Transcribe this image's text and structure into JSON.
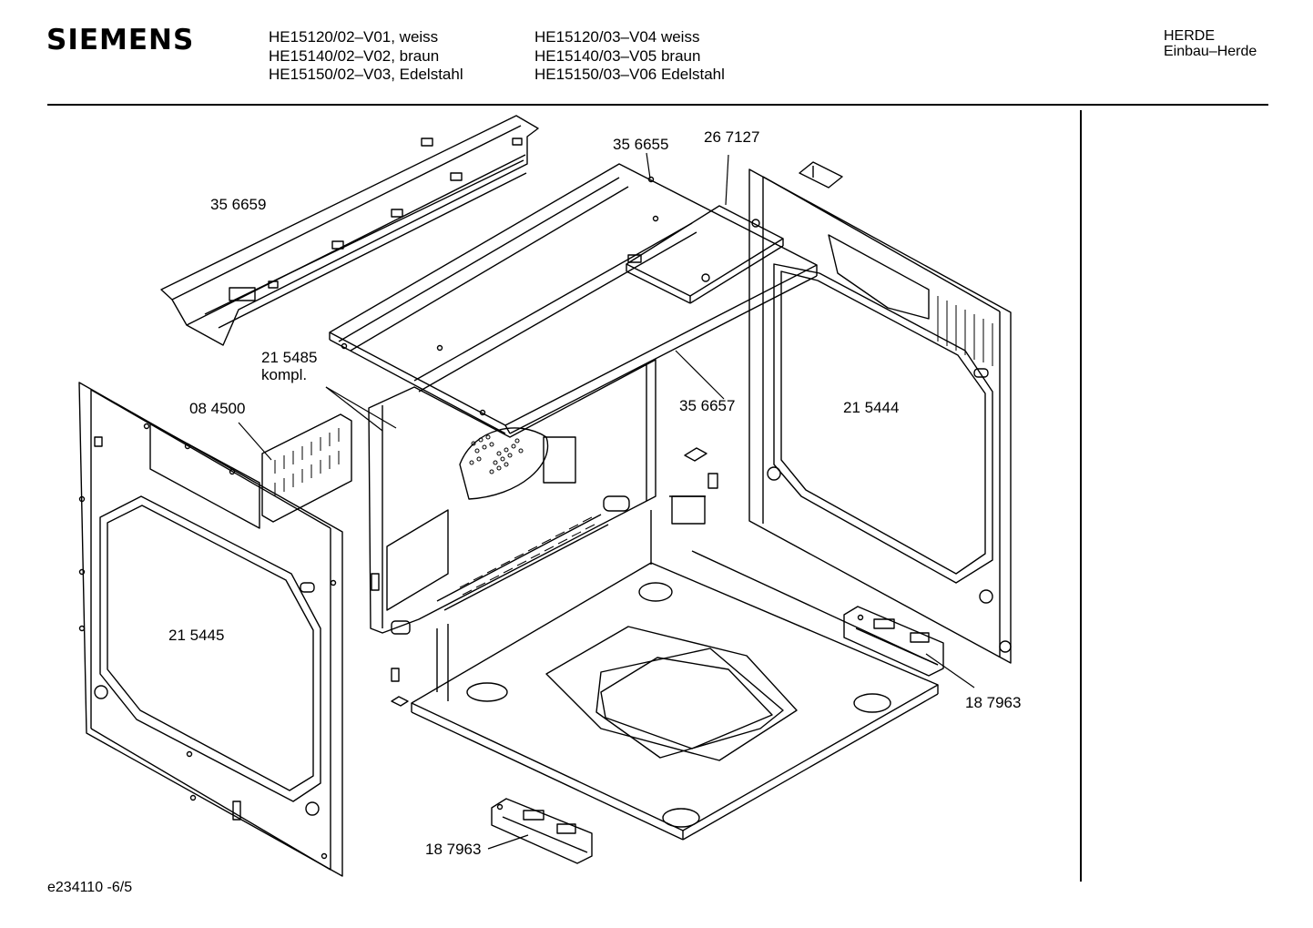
{
  "header": {
    "brand": "SIEMENS",
    "models_left": [
      "HE15120/02–V01, weiss",
      "HE15140/02–V02, braun",
      "HE15150/02–V03, Edelstahl"
    ],
    "models_right": [
      "HE15120/03–V04 weiss",
      "HE15140/03–V05 braun",
      "HE15150/03–V06 Edelstahl"
    ],
    "category": "HERDE",
    "subcategory": "Einbau–Herde"
  },
  "parts": {
    "p356659": "35 6659",
    "p356655": "35 6655",
    "p267127": "26 7127",
    "p215485": "21 5485",
    "p215485_note": "kompl.",
    "p084500": "08 4500",
    "p356657": "35 6657",
    "p215444": "21 5444",
    "p215445": "21 5445",
    "p187963_right": "18 7963",
    "p187963_bottom": "18 7963"
  },
  "footer": {
    "drawing_id": "e234110 -6/5"
  }
}
